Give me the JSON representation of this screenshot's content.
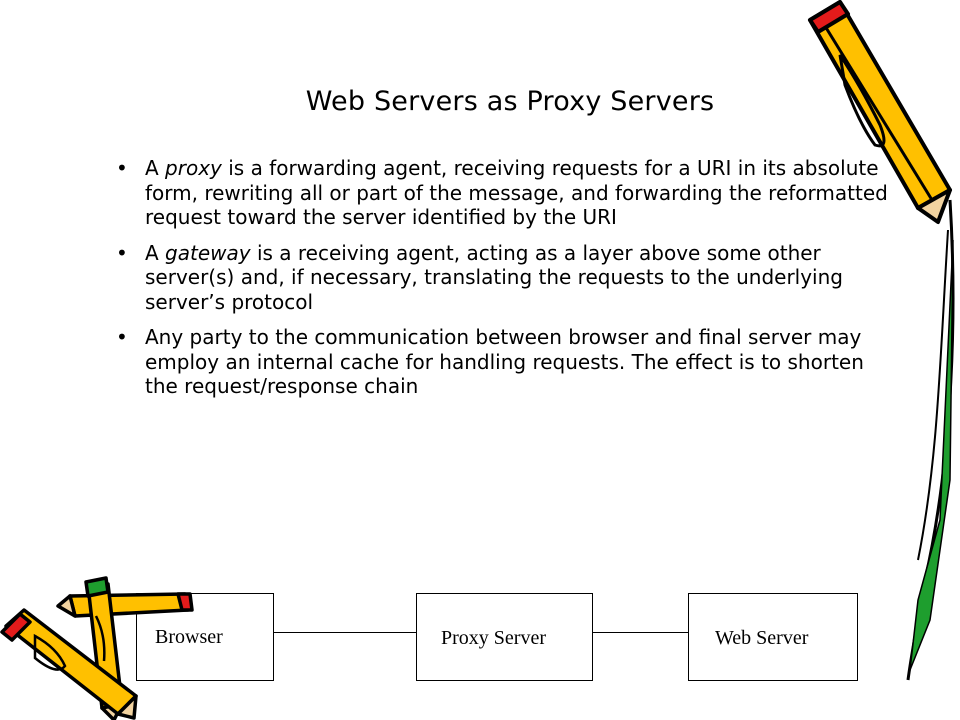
{
  "slide": {
    "title": "Web Servers as Proxy Servers",
    "bullets": [
      {
        "pre": "A ",
        "em": "proxy",
        "post": " is a forwarding agent, receiving requests for a URI in its absolute form, rewriting all or part of the message, and forwarding the reformatted request toward the server identified by the URI"
      },
      {
        "pre": "A ",
        "em": "gateway",
        "post": " is a receiving agent, acting as a layer above some other server(s) and, if necessary, translating the requests to the underlying server’s protocol"
      },
      {
        "pre": "",
        "em": "",
        "post": "Any party to the communication between browser and final server may employ an internal cache for handling requests. The effect is to shorten the request/response chain"
      }
    ],
    "diagram": {
      "browser_label": "Browser",
      "proxy_label": "Proxy Server",
      "webserver_label": "Web Server"
    },
    "clipart": {
      "top_right": "pencil-icon",
      "bottom_left": "pencils-icon",
      "colors": {
        "yellow": "#FFC000",
        "red": "#E31B1B",
        "green": "#1E9E2E",
        "outline": "#000000"
      }
    }
  }
}
